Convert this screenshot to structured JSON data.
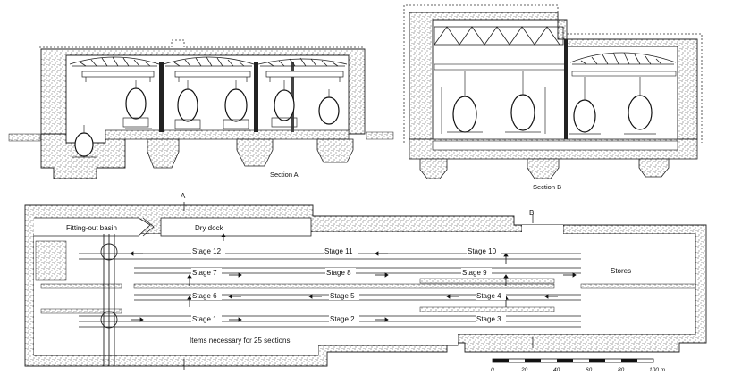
{
  "section_a": {
    "caption": "Section A"
  },
  "section_b": {
    "caption": "Section B"
  },
  "plan": {
    "marker_a": "A",
    "marker_b": "B",
    "fitting_out_basin": "Fitting-out basin",
    "dry_dock": "Dry dock",
    "stores": "Stores",
    "note": "Items necessary for 25 sections",
    "stages": [
      "Stage 1",
      "Stage 2",
      "Stage 3",
      "Stage 4",
      "Stage 5",
      "Stage 6",
      "Stage 7",
      "Stage 8",
      "Stage 9",
      "Stage 10",
      "Stage 11",
      "Stage 12"
    ]
  },
  "scale_bar": {
    "ticks": [
      "0",
      "20",
      "40",
      "60",
      "80",
      "100 m"
    ]
  }
}
